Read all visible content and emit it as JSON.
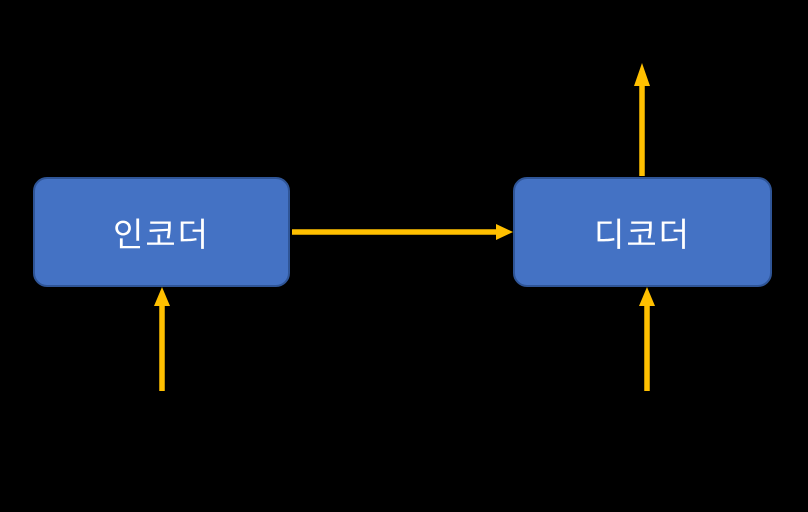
{
  "colors": {
    "background": "#000000",
    "node_fill": "#4472C4",
    "node_border": "#2F5597",
    "node_text": "#FFFFFF",
    "arrow": "#FFC000"
  },
  "diagram": {
    "title": "encoder-decoder diagram",
    "nodes": [
      {
        "id": "encoder",
        "label": "인코더"
      },
      {
        "id": "decoder",
        "label": "디코더"
      }
    ],
    "arrows": [
      {
        "id": "encoder-input-arrow",
        "from": "input",
        "to": "encoder",
        "direction": "up"
      },
      {
        "id": "encoder-to-decoder-arrow",
        "from": "encoder",
        "to": "decoder",
        "direction": "right"
      },
      {
        "id": "decoder-input-arrow",
        "from": "input",
        "to": "decoder",
        "direction": "up"
      },
      {
        "id": "decoder-output-arrow",
        "from": "decoder",
        "to": "output",
        "direction": "up"
      }
    ]
  }
}
